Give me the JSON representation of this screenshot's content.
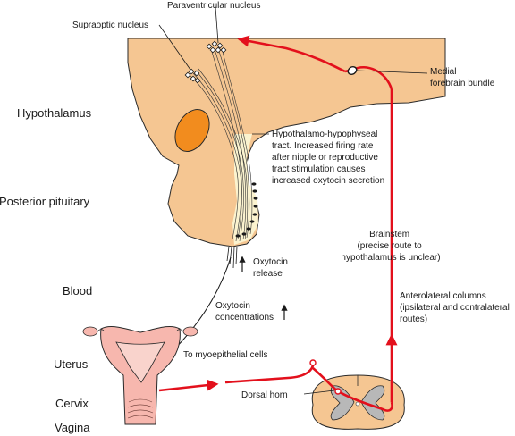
{
  "colors": {
    "tissue": "#f5c692",
    "pathway": "#e3101c",
    "nucleus": "#f28c1e",
    "tract_bg": "#fbf3cf",
    "uterus": "#f7b7ae",
    "uterus_inner": "#f9d3cc",
    "spinal_cord": "#f5c692",
    "grey_matter": "#b8b8b8"
  },
  "regions": {
    "hypothalamus": "Hypothalamus",
    "posterior_pituitary": "Posterior pituitary",
    "blood": "Blood",
    "uterus": "Uterus",
    "cervix": "Cervix",
    "vagina": "Vagina"
  },
  "labels": {
    "paraventricular": "Paraventricular nucleus",
    "supraoptic": "Supraoptic nucleus",
    "mfb": [
      "Medial",
      "forebrain bundle"
    ],
    "tract": [
      "Hypothalamo-hypophyseal",
      "tract. Increased firing rate",
      "after nipple or reproductive",
      "tract stimulation causes",
      "increased oxytocin secretion"
    ],
    "oxytocin_release": [
      "Oxytocin",
      "release"
    ],
    "oxytocin_conc": [
      "Oxytocin",
      "concentrations"
    ],
    "brainstem": [
      "Brainstem",
      "(precise route to",
      "hypothalamus is unclear)"
    ],
    "anterolateral": [
      "Anterolateral columns",
      "(ipsilateral and contralateral",
      "routes)"
    ],
    "myoepithelial": "To myoepithelial cells",
    "dorsal_horn": "Dorsal horn"
  }
}
